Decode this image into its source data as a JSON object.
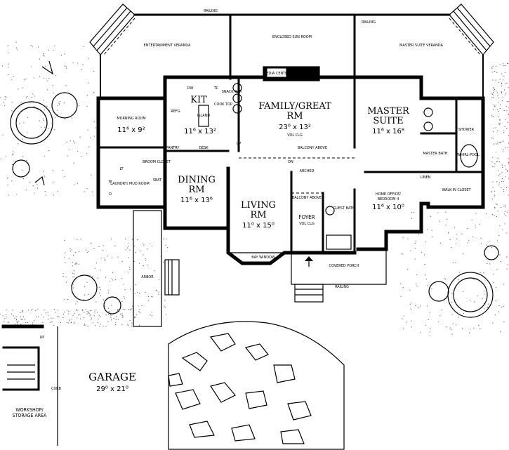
{
  "rooms": {
    "entertainment_veranda": "ENTERTAINMENT VERANDA",
    "sun_room": "ENCLOSED SUN ROOM",
    "master_veranda": "MASTER SUITE VERANDA",
    "media_center": "MEDIA CENTER",
    "morning_room": {
      "name": "MORNING ROOM",
      "dim": "11⁶ x 9²"
    },
    "kitchen": {
      "name": "KIT",
      "dim": "11⁶ x 13²"
    },
    "family": {
      "name1": "FAMILY/GREAT",
      "name2": "RM",
      "dim": "23⁰ x 13²",
      "note": "VOL CLG"
    },
    "master_suite": {
      "name1": "MASTER",
      "name2": "SUITE",
      "dim": "11⁶ x 16⁸"
    },
    "dining": {
      "name1": "DINING",
      "name2": "RM",
      "dim": "11⁶ x 13⁶"
    },
    "living": {
      "name1": "LIVING",
      "name2": "RM",
      "dim": "11⁰ x 15⁰"
    },
    "foyer": {
      "name": "FOYER",
      "note": "VOL CLG"
    },
    "guest_bath": "GUEST BATH",
    "home_office": {
      "name1": "HOME OFFICE/",
      "name2": "BEDROOM 4",
      "dim": "11⁶ x 10⁰"
    },
    "master_bath": "MASTER BATH",
    "walk_in_closet": "WALK-IN CLOSET",
    "laundry": "LAUNDRY/ MUD ROOM",
    "covered_porch": "COVERED PORCH",
    "arbor": "ARBOR",
    "garage": {
      "name": "GARAGE",
      "dim": "29⁰ x 21⁰"
    },
    "workshop": {
      "name1": "WORKSHOP/",
      "name2": "STORAGE AREA"
    }
  },
  "labels": {
    "railing": "RAILING",
    "arched": "ARCHED",
    "balcony_above": "BALCONY ABOVE",
    "pantry": "PANTRY",
    "desk": "DESK",
    "island": "ISLAND",
    "refg": "REFG",
    "cook_top": "COOK TOP",
    "snack_bar": "SNACK BAR",
    "dw": "DW",
    "tc": "TC",
    "lt": "LT",
    "broom_closet": "BROOM CLOSET",
    "seat": "SEAT",
    "shower": "SHOWER",
    "whirlpool": "WHIRL-POOL",
    "linen": "LINEN",
    "bay_window": "BAY WINDOW",
    "up": "UP",
    "dn": "DN",
    "curb": "CURB",
    "w": "W",
    "d": "D"
  }
}
